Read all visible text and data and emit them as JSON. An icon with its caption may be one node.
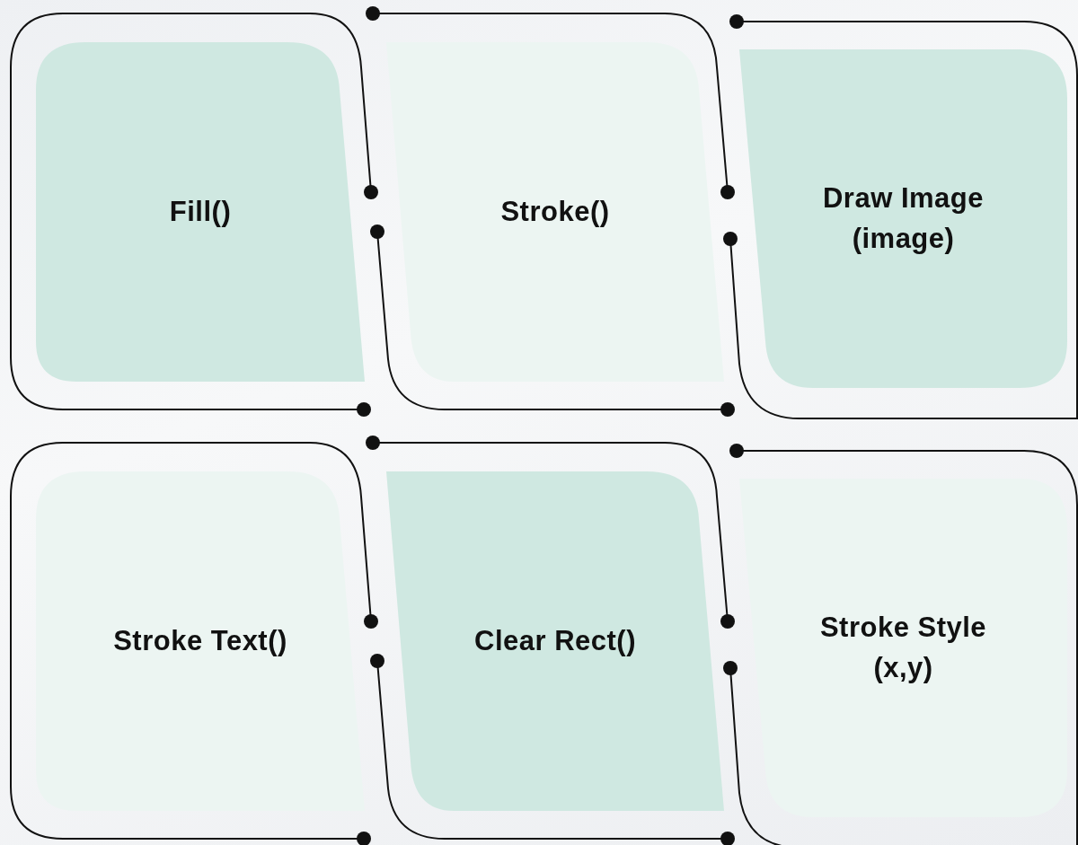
{
  "diagram": {
    "nodes": [
      {
        "text": [
          "Fill()"
        ]
      },
      {
        "text": [
          "Stroke()"
        ]
      },
      {
        "text": [
          "Draw Image (image)"
        ]
      },
      {
        "text": [
          "Stroke Text()"
        ]
      },
      {
        "text": [
          "Clear Rect()"
        ]
      },
      {
        "text": [
          "Stroke Style (x,y)"
        ]
      }
    ]
  }
}
